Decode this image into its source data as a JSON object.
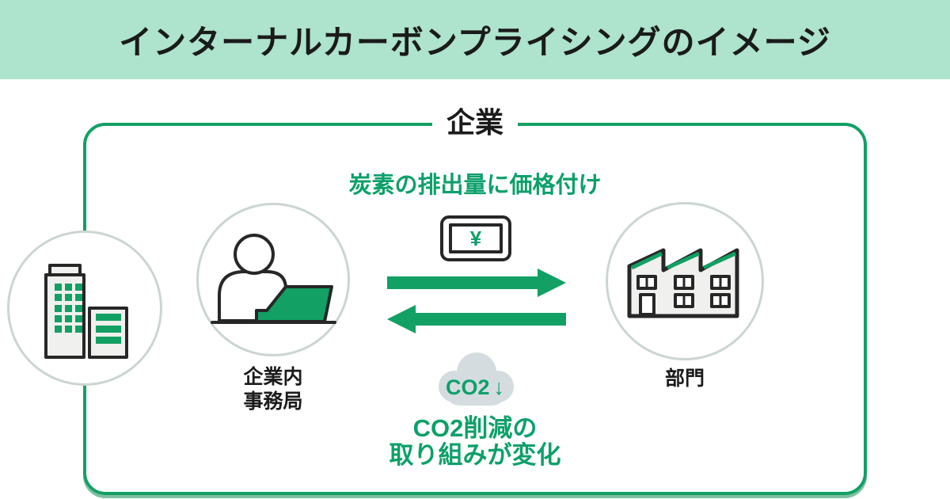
{
  "header": {
    "title": "インターナルカーボンプライシングのイメージ"
  },
  "frame": {
    "label": "企業"
  },
  "captions": {
    "pricing": "炭素の排出量に価格付け",
    "co2_change_line1": "CO2削減の",
    "co2_change_line2": "取り組みが変化"
  },
  "cloud": {
    "label": "CO2",
    "arrow": "↓"
  },
  "money": {
    "symbol": "¥"
  },
  "nodes": {
    "company": {
      "icon": "office-buildings-icon"
    },
    "secretariat": {
      "label_line1": "企業内",
      "label_line2": "事務局",
      "icon": "person-at-laptop-icon"
    },
    "department": {
      "label": "部門",
      "icon": "factory-icon"
    }
  },
  "icons": {
    "buildings": "office-buildings-icon",
    "person": "person-at-laptop-icon",
    "factory": "factory-icon",
    "money": "yen-banknote-icon",
    "arrow_right": "arrow-right-icon",
    "arrow_left": "arrow-left-icon",
    "cloud": "co2-cloud-icon"
  },
  "colors": {
    "header_bg": "#aee3cd",
    "title_text": "#1b1b1b",
    "green": "#12a064",
    "text_green": "#0da06a",
    "circle_border": "#cbd5d2",
    "outline": "#272727",
    "icon_fill": "#f0f0ee",
    "cloud_fill": "#d4dcdf",
    "bg": "#ffffff"
  }
}
